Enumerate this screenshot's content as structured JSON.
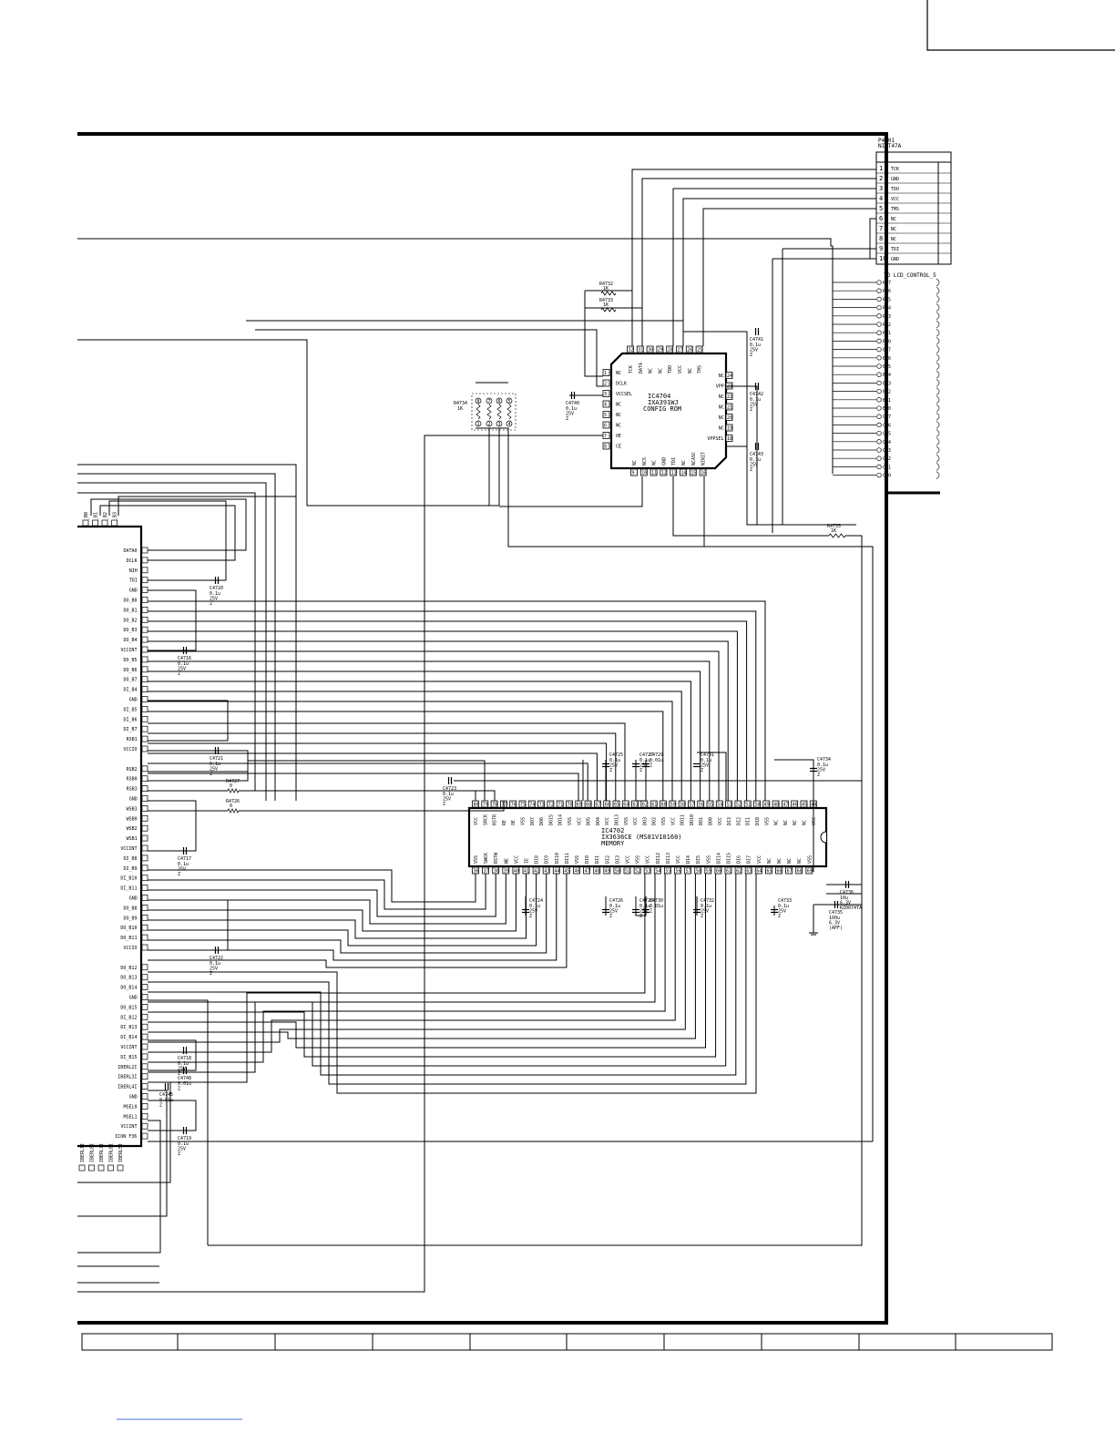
{
  "connector": {
    "ref": "P4701",
    "part": "NIOT47A",
    "pins": [
      {
        "n": "1",
        "name": "TCK"
      },
      {
        "n": "2",
        "name": "GND"
      },
      {
        "n": "3",
        "name": "TDO"
      },
      {
        "n": "4",
        "name": "VCC"
      },
      {
        "n": "5",
        "name": "TMS"
      },
      {
        "n": "6",
        "name": "NC"
      },
      {
        "n": "7",
        "name": "NC"
      },
      {
        "n": "8",
        "name": "NC"
      },
      {
        "n": "9",
        "name": "TDI"
      },
      {
        "n": "10",
        "name": "GND"
      }
    ]
  },
  "lcd_bus": {
    "title": "TO LCD_CONTROL_5",
    "signals": [
      "RE7",
      "RE6",
      "RE5",
      "RE4",
      "RE3",
      "RE2",
      "RE1",
      "RE0",
      "BE7",
      "BE6",
      "BE5",
      "BE4",
      "BE3",
      "BE2",
      "BE1",
      "BE0",
      "GE7",
      "GE6",
      "GE5",
      "GE4",
      "GE3",
      "GE2",
      "GE1",
      "GE0"
    ]
  },
  "ic4704": {
    "ref": "IC4704",
    "part": "IXA391WJ",
    "desc": "CONFIG ROM",
    "left_pins": [
      {
        "n": "1",
        "name": "NC"
      },
      {
        "n": "2",
        "name": "DCLK"
      },
      {
        "n": "3",
        "name": "VCCSEL"
      },
      {
        "n": "4",
        "name": "NC"
      },
      {
        "n": "5",
        "name": "NC"
      },
      {
        "n": "6",
        "name": "NC"
      },
      {
        "n": "7",
        "name": "OE"
      },
      {
        "n": "8",
        "name": "CE"
      }
    ],
    "top_pins": [
      {
        "n": "32",
        "name": "TCK"
      },
      {
        "n": "31",
        "name": "DATA"
      },
      {
        "n": "30",
        "name": "NC"
      },
      {
        "n": "29",
        "name": "NC"
      },
      {
        "n": "28",
        "name": "TDO"
      },
      {
        "n": "27",
        "name": "VCC"
      },
      {
        "n": "26",
        "name": "NC"
      },
      {
        "n": "25",
        "name": "TMS"
      }
    ],
    "right_pins": [
      {
        "n": "24",
        "name": "NC"
      },
      {
        "n": "23",
        "name": "VPP"
      },
      {
        "n": "22",
        "name": "NC"
      },
      {
        "n": "21",
        "name": "NC"
      },
      {
        "n": "20",
        "name": "NC"
      },
      {
        "n": "19",
        "name": "NC"
      },
      {
        "n": "18",
        "name": "VPPSEL"
      }
    ],
    "bottom_pins": [
      {
        "n": "9",
        "name": "NC"
      },
      {
        "n": "10",
        "name": "NCS"
      },
      {
        "n": "11",
        "name": "NC"
      },
      {
        "n": "12",
        "name": "GND"
      },
      {
        "n": "13",
        "name": "TDI"
      },
      {
        "n": "14",
        "name": "NC"
      },
      {
        "n": "15",
        "name": "NCASC"
      },
      {
        "n": "16",
        "name": "NINIT"
      }
    ]
  },
  "ic4702": {
    "ref": "IC4702",
    "part": "IX3636CE (MS81V10160)",
    "desc": "MEMORY",
    "top_pins": [
      "VCC",
      "SRCK",
      "RSTR",
      "RE",
      "OE",
      "VSS",
      "DO7",
      "DO6",
      "DO15",
      "DO14",
      "VSS",
      "VCC",
      "DO5",
      "DO4",
      "VCC",
      "DO13",
      "VSS",
      "VCC",
      "DO3",
      "DO2",
      "VSS",
      "VCC",
      "DO11",
      "DO10",
      "DO1",
      "DO0",
      "VCC",
      "DI3",
      "DI2",
      "DI1",
      "DI0",
      "VSS",
      "NC",
      "NC",
      "NC",
      "NC",
      "VCC"
    ],
    "bottom_pins": [
      "VSS",
      "SWCK",
      "RSTW",
      "WE",
      "VCC",
      "IE",
      "DI8",
      "DI9",
      "DI10",
      "DI11",
      "VSS",
      "DI0",
      "DI1",
      "DI2",
      "DI3",
      "VCC",
      "VSS",
      "VCC",
      "DI12",
      "DI13",
      "VCC",
      "DI4",
      "DI5",
      "VSS",
      "DI14",
      "DI15",
      "DI6",
      "DI7",
      "VCC",
      "NC",
      "NC",
      "NC",
      "NC",
      "VSS"
    ]
  },
  "fpga_pins": [
    "DATA0",
    "DCLK",
    "NIH",
    "TDI",
    "GND",
    "DO_B0",
    "DO_B1",
    "DO_B2",
    "DO_B3",
    "DO_B4",
    "VCCINT",
    "DO_B5",
    "DO_B6",
    "DO_B7",
    "DI_B4",
    "GND",
    "DI_B5",
    "DI_B6",
    "DI_B7",
    "RSB1",
    "VCCIO",
    "",
    "RSB2",
    "RSB0",
    "RSB3",
    "GND",
    "WSB3",
    "WSB0",
    "WSB2",
    "WSB1",
    "VCCINT",
    "DI_B8",
    "DI_B9",
    "DI_B10",
    "DI_B11",
    "GND",
    "DO_B8",
    "DO_B9",
    "DO_B10",
    "DO_B11",
    "VCCIO",
    "",
    "DO_B12",
    "DO_B13",
    "DO_B14",
    "GND",
    "DO_B15",
    "DI_B12",
    "DI_B13",
    "DI_B14",
    "VCCINT",
    "DI_B15",
    "IBERL2I",
    "IBERL3I",
    "IBERL4I",
    "GND",
    "MSEL0",
    "MSEL1",
    "VCCINT",
    "ICON F36"
  ],
  "fpga_top_labels": [
    "DI_B0",
    "DI_B1",
    "DI_B2",
    "DI_B3"
  ],
  "fpga_bottom_labels": [
    "IBERL1I",
    "IBERL0I",
    "IBERL7I",
    "IBERL6I",
    "IBERL5I"
  ],
  "components": [
    {
      "ref": "R4732",
      "val": "1K"
    },
    {
      "ref": "R4733",
      "val": "1K"
    },
    {
      "ref": "R4734",
      "val": "1K"
    },
    {
      "ref": "R4735",
      "val": "1K"
    },
    {
      "ref": "R4727",
      "val": "0"
    },
    {
      "ref": "R4726",
      "val": "0"
    },
    {
      "ref": "C4740",
      "val": "0.1u 25V Z"
    },
    {
      "ref": "C4741",
      "val": "0.1u 25V Z"
    },
    {
      "ref": "C4742",
      "val": "0.1u 25V Z"
    },
    {
      "ref": "C4743",
      "val": "0.1u 25V Z"
    },
    {
      "ref": "C4720",
      "val": "0.1u 25V Z"
    },
    {
      "ref": "C4716",
      "val": "0.1u 25V Z"
    },
    {
      "ref": "C4721",
      "val": "0.1u 25V Z"
    },
    {
      "ref": "C4717",
      "val": "0.1u 25V Z"
    },
    {
      "ref": "C4722",
      "val": "0.1u 25V Z"
    },
    {
      "ref": "C4718",
      "val": "0.1u 25V Z"
    },
    {
      "ref": "C4748",
      "val": "0.01u Z"
    },
    {
      "ref": "C4745",
      "val": "0.01u Z"
    },
    {
      "ref": "C4719",
      "val": "0.1u 25V Z"
    },
    {
      "ref": "C4723",
      "val": "0.1u 25V Z"
    },
    {
      "ref": "C4725",
      "val": "0.1u 25V Z"
    },
    {
      "ref": "C4727",
      "val": "0.1u 25V Z"
    },
    {
      "ref": "C4729",
      "val": "0.01u Z"
    },
    {
      "ref": "C4731",
      "val": "0.1u 25V Z"
    },
    {
      "ref": "C4734",
      "val": "0.1u 25V Z"
    },
    {
      "ref": "C4724",
      "val": "0.1u 25V Z"
    },
    {
      "ref": "C4726",
      "val": "0.1u 25V Z"
    },
    {
      "ref": "C4728",
      "val": "0.1u 25V Z"
    },
    {
      "ref": "C4730",
      "val": "0.01u Z"
    },
    {
      "ref": "C4732",
      "val": "0.1u 25V Z"
    },
    {
      "ref": "C4733",
      "val": "0.1u 25V Z"
    },
    {
      "ref": "C4736",
      "val": "10u 6.3V KZ0074TA"
    },
    {
      "ref": "C4735",
      "val": "100u 6.3V (APF)"
    }
  ]
}
